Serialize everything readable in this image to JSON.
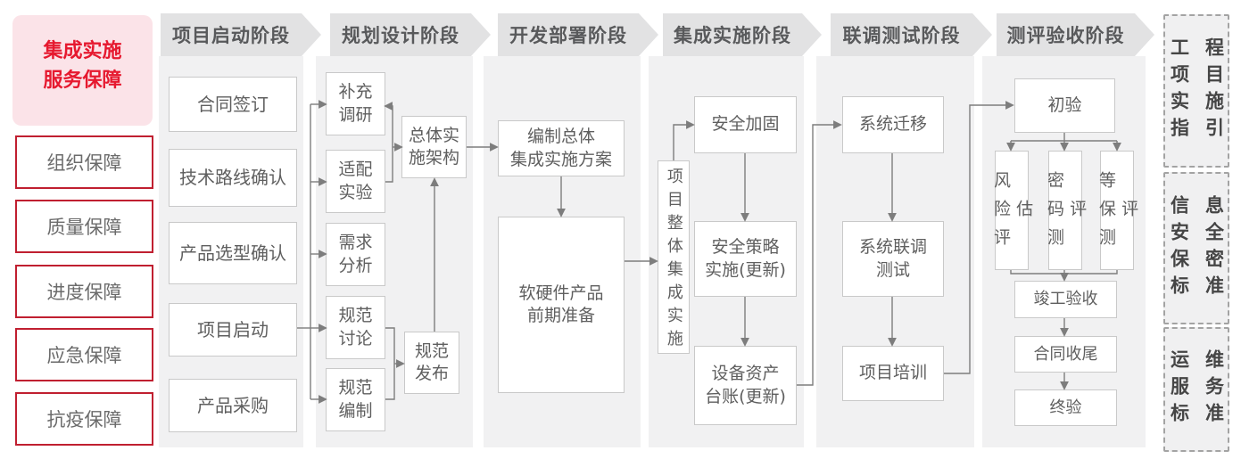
{
  "legend": {
    "title": "集成实施\n服务保障",
    "items": [
      "组织保障",
      "质量保障",
      "进度保障",
      "应急保障",
      "抗疫保障"
    ]
  },
  "phases": [
    {
      "header": "项目启动阶段",
      "boxes": [
        "合同签订",
        "技术路线确认",
        "产品选型确认",
        "项目启动",
        "产品采购"
      ]
    },
    {
      "header": "规划设计阶段",
      "boxes": [
        "补充\n调研",
        "适配\n实验",
        "需求\n分析",
        "规范\n讨论",
        "规范\n编制",
        "总体实\n施架构",
        "规范\n发布"
      ]
    },
    {
      "header": "开发部署阶段",
      "boxes": [
        "编制总体\n集成实施方案",
        "软硬件产品\n前期准备"
      ]
    },
    {
      "header": "集成实施阶段",
      "boxes": [
        "项目整体集成实施",
        "安全加固",
        "安全策略\n实施(更新)",
        "设备资产\n台账(更新)"
      ]
    },
    {
      "header": "联调测试阶段",
      "boxes": [
        "系统迁移",
        "系统联调\n测试",
        "项目培训"
      ]
    },
    {
      "header": "测评验收阶段",
      "boxes": [
        "初验",
        "风险评估",
        "密码测评",
        "等保测评",
        "竣工验收",
        "合同收尾",
        "终验"
      ]
    }
  ],
  "standards": [
    {
      "label": "工程项目实施指引",
      "columns": [
        "工项实指",
        "程目施引"
      ]
    },
    {
      "label": "信息安全保密标准",
      "columns": [
        "信安保标",
        "息全密准"
      ]
    },
    {
      "label": "运维服务标准",
      "columns": [
        "运服标",
        "维务准"
      ]
    }
  ],
  "colors": {
    "accent-red": "#e6192f",
    "pink-bg": "#fbe3e8",
    "red-border": "#c01f30",
    "banner-bg": "#e2e2e3",
    "panel-bg": "#f1f1f2",
    "box-border": "#c9c9c9",
    "text-gray": "#5f5f5f",
    "line": "#7d7d7d"
  }
}
